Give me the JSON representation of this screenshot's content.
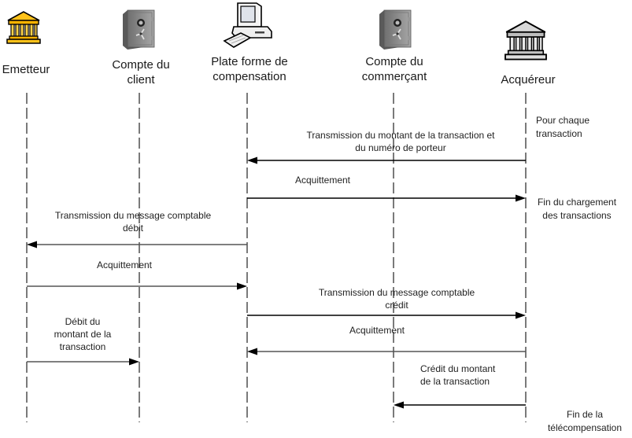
{
  "diagram": {
    "type": "sequence",
    "actors": [
      {
        "id": "emetteur",
        "label": "Emetteur",
        "icon": "bank-gold-icon"
      },
      {
        "id": "compte_client",
        "label": "Compte du\nclient",
        "icon": "safe-icon"
      },
      {
        "id": "plateforme",
        "label": "Plate forme de\ncompensation",
        "icon": "computer-icon"
      },
      {
        "id": "compte_commercant",
        "label": "Compte du\ncommerçant",
        "icon": "safe-icon"
      },
      {
        "id": "acquereur",
        "label": "Acquéreur",
        "icon": "bank-grey-icon"
      }
    ],
    "messages": [
      {
        "from": "acquereur",
        "to": "plateforme",
        "label": "Transmission du montant de la transaction et\ndu numéro de porteur"
      },
      {
        "from": "plateforme",
        "to": "acquereur",
        "label": "Acquittement"
      },
      {
        "from": "plateforme",
        "to": "emetteur",
        "label": "Transmission du message comptable\ndébit"
      },
      {
        "from": "emetteur",
        "to": "plateforme",
        "label": "Acquittement"
      },
      {
        "from": "plateforme",
        "to": "acquereur",
        "label": "Transmission du message comptable\ncrédit"
      },
      {
        "from": "acquereur",
        "to": "plateforme",
        "label": "Acquittement"
      },
      {
        "from": "emetteur",
        "to": "compte_client",
        "label": "Débit du\nmontant de la\ntransaction"
      },
      {
        "from": "acquereur",
        "to": "compte_commercant",
        "label": "Crédit du montant\nde la transaction"
      }
    ],
    "notes": [
      {
        "label": "Pour chaque\ntransaction"
      },
      {
        "label": "Fin du chargement\ndes transactions"
      },
      {
        "label": "Fin de la\ntélécompensation"
      }
    ],
    "colors": {
      "line": "#000000",
      "line_grey": "#555555",
      "lifeline": "#333333",
      "bank_gold": "#f7b500",
      "bank_grey": "#9a9a9a",
      "safe": "#8a8a8a"
    }
  }
}
